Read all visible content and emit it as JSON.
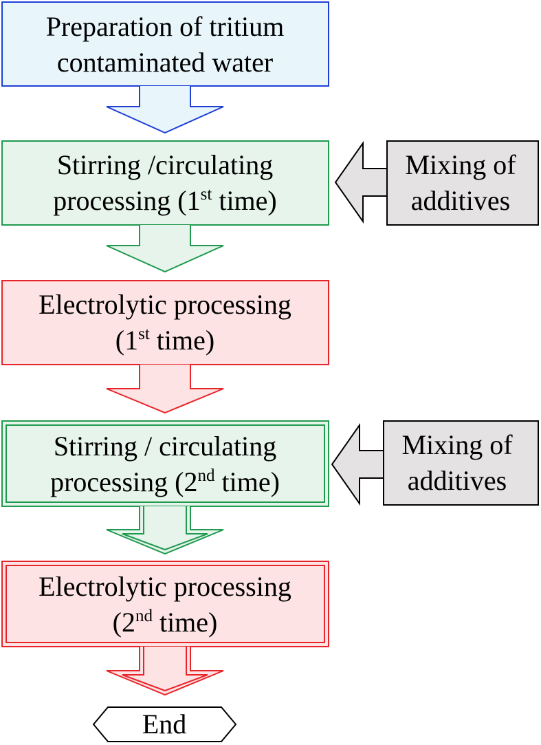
{
  "steps": [
    {
      "line1": "Preparation of tritium",
      "line2": "contaminated water",
      "style": "single",
      "fill": "#e8f6fb",
      "stroke": "#1f3fd6"
    },
    {
      "line1": "Stirring /circulating",
      "line2_pre": "processing (1",
      "line2_sup": "st",
      "line2_post": " time)",
      "style": "single",
      "fill": "#e6f4ec",
      "stroke": "#1f9a4e"
    },
    {
      "line1": "Electrolytic processing",
      "line2_pre": "(1",
      "line2_sup": "st",
      "line2_post": " time)",
      "style": "single",
      "fill": "#fde3e3",
      "stroke": "#e8242a"
    },
    {
      "line1": "Stirring / circulating",
      "line2_pre": "processing (2",
      "line2_sup": "nd",
      "line2_post": " time)",
      "style": "double",
      "fill": "#e6f4ec",
      "stroke": "#1f9a4e"
    },
    {
      "line1": "Electrolytic processing",
      "line2_pre": "(2",
      "line2_sup": "nd",
      "line2_post": " time)",
      "style": "double",
      "fill": "#fde3e3",
      "stroke": "#e8242a"
    }
  ],
  "additives": [
    {
      "line1": "Mixing of",
      "line2": "additives",
      "fill": "#e4e2e3",
      "stroke": "#000000"
    },
    {
      "line1": "Mixing of",
      "line2": "additives",
      "fill": "#e4e2e3",
      "stroke": "#000000"
    }
  ],
  "end": {
    "label": "End"
  }
}
